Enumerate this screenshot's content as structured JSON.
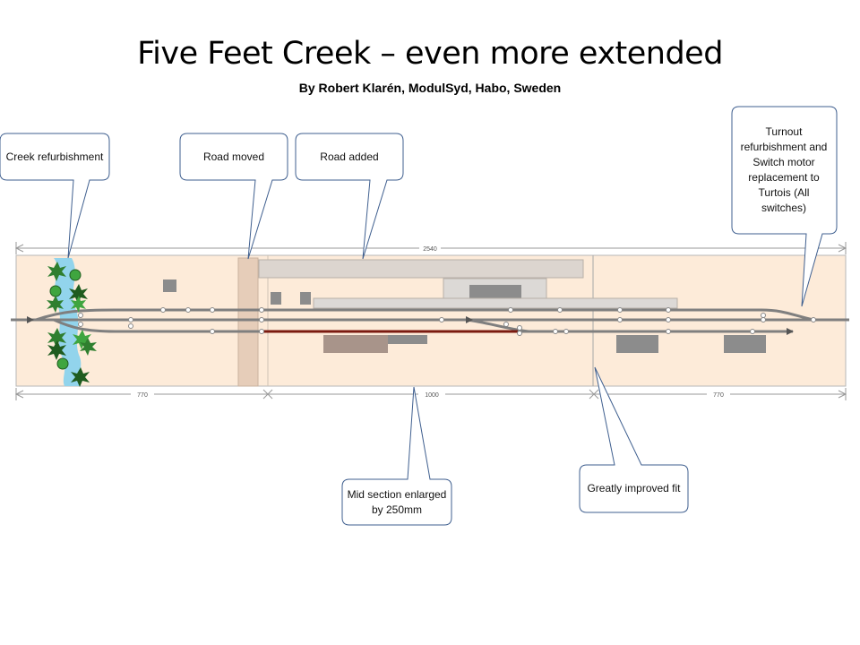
{
  "title": "Five Feet Creek – even more extended",
  "subtitle": "By Robert Klarén, ModulSyd, Habo, Sweden",
  "dimensions": {
    "total": "2540",
    "left": "770",
    "mid": "1000",
    "right": "770"
  },
  "callouts": {
    "creek": "Creek refurbishment",
    "road_moved": "Road moved",
    "road_added": "Road added",
    "turnout": "Turnout refurbishment and Switch motor replacement to Turtois (All switches)",
    "mid_section": "Mid section enlarged by 250mm",
    "fit": "Greatly improved fit"
  },
  "colors": {
    "baseboard": "#fdebd9",
    "baseboard_border": "#b7b7b7",
    "track": "#7f7f7f",
    "creek": "#92d4ec",
    "road": "#e6cdb9",
    "callout_border": "#3f5f8f",
    "tree_dark": "#1f5c1f",
    "tree_light": "#3fa53f"
  }
}
